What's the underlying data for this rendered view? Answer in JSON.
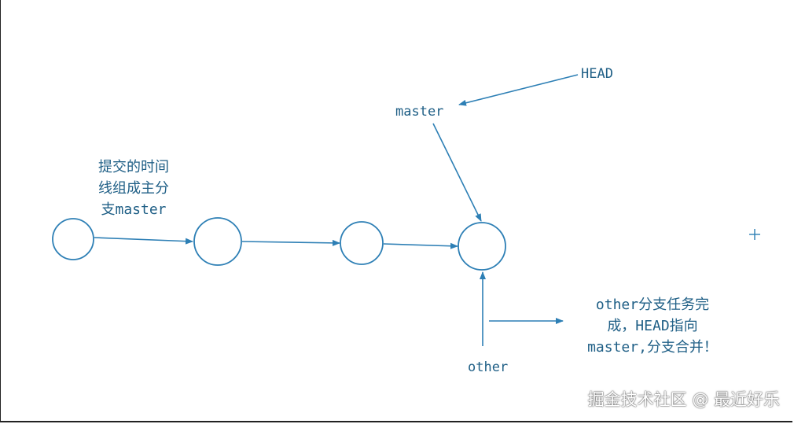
{
  "labels": {
    "head": "HEAD",
    "master": "master",
    "other": "other"
  },
  "notes": {
    "timeline": [
      "提交的时间",
      "线组成主分",
      "支master"
    ],
    "merge": [
      "other分支任务完",
      "成，HEAD指向",
      "master,分支合并！"
    ]
  },
  "watermark": "掘金技术社区 @ 最近好乐",
  "colors": {
    "stroke": "#2d7fb5",
    "text": "#1f5f86"
  }
}
